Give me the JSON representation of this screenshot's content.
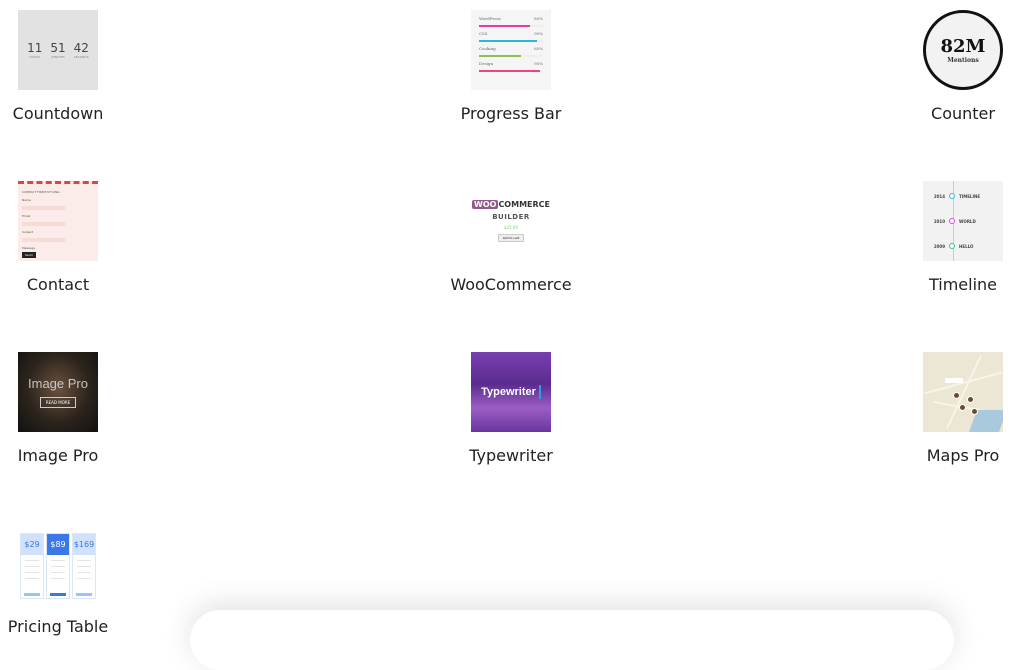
{
  "widgets": [
    {
      "label": "Countdown",
      "preview": {
        "hours": "11",
        "minutes": "51",
        "seconds": "42",
        "units": [
          "HOURS",
          "MINUTES",
          "SECONDS"
        ]
      }
    },
    {
      "label": "Progress Bar",
      "preview": {
        "bars": [
          {
            "name": "WordPress",
            "value": 80,
            "value_label": "80%",
            "color": "#e83e9b"
          },
          {
            "name": "CSS",
            "value": 90,
            "value_label": "90%",
            "color": "#2bb5e0"
          },
          {
            "name": "Cooking",
            "value": 65,
            "value_label": "65%",
            "color": "#8cc152"
          },
          {
            "name": "Design",
            "value": 95,
            "value_label": "95%",
            "color": "#f0437f"
          }
        ]
      }
    },
    {
      "label": "Counter",
      "preview": {
        "number": "82M",
        "caption": "Mentions"
      }
    },
    {
      "label": "Contact",
      "preview": {
        "title": "CONTACT FORM STYLING",
        "fields": [
          "Name",
          "Email",
          "Subject",
          "Message"
        ],
        "button": "Send"
      }
    },
    {
      "label": "WooCommerce",
      "preview": {
        "logo": "WOO COMMERCE",
        "title": "BUILDER",
        "price": "$25.00",
        "button": "Add to cart"
      }
    },
    {
      "label": "Timeline",
      "preview": {
        "items": [
          {
            "year": "2014",
            "text": "TIMELINE",
            "color": "#2bb5e0"
          },
          {
            "year": "2010",
            "text": "WORLD",
            "color": "#d946ef"
          },
          {
            "year": "2009",
            "text": "HELLO",
            "color": "#34c38f"
          }
        ]
      }
    },
    {
      "label": "Image Pro",
      "preview": {
        "title": "Image Pro",
        "button": "READ MORE"
      }
    },
    {
      "label": "Typewriter",
      "preview": {
        "text": "Typewriter"
      }
    },
    {
      "label": "Maps Pro"
    },
    {
      "label": "Pricing Table",
      "preview": {
        "prices": [
          "$29",
          "$89",
          "$169"
        ]
      }
    }
  ]
}
